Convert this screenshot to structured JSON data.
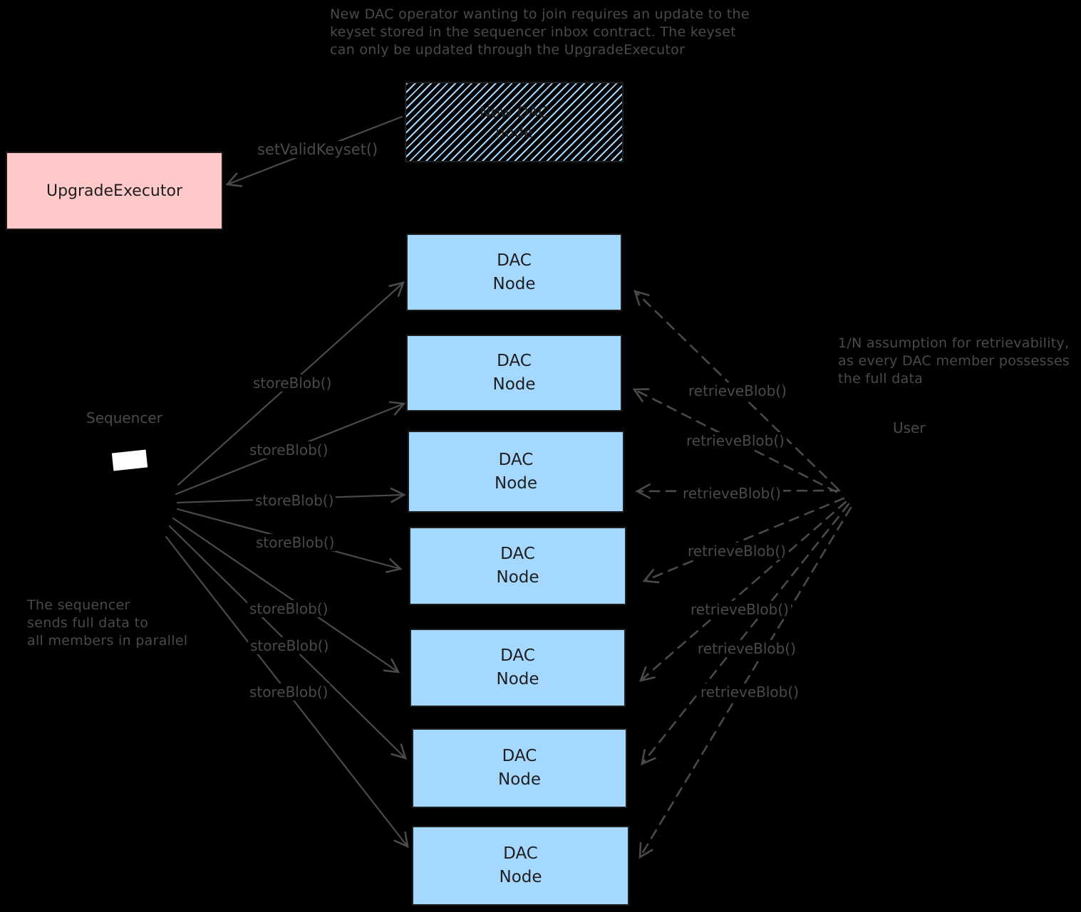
{
  "notes": {
    "keyset": "New DAC operator wanting to join requires an update to the\nkeyset stored in the sequencer inbox contract. The keyset\ncan only be updated through the UpgradeExecutor",
    "sequencer": "The sequencer\nsends full data to\nall members in parallel",
    "retrievability": "1/N assumption for retrievability,\nas every DAC member possesses\nthe full data"
  },
  "actors": {
    "upgrade_executor": "UpgradeExecutor",
    "new_dac_node": "New DAC\nnode",
    "sequencer": "Sequencer",
    "user": "User"
  },
  "calls": {
    "set_valid_keyset": "setValidKeyset()"
  },
  "dac_nodes": [
    {
      "label": "DAC\nNode"
    },
    {
      "label": "DAC\nNode"
    },
    {
      "label": "DAC\nNode"
    },
    {
      "label": "DAC\nNode"
    },
    {
      "label": "DAC\nNode"
    },
    {
      "label": "DAC\nNode"
    },
    {
      "label": "DAC\nNode"
    }
  ],
  "store_calls": [
    "storeBlob()",
    "storeBlob()",
    "storeBlob()",
    "storeBlob()",
    "storeBlob()",
    "storeBlob()",
    "storeBlob()"
  ],
  "retrieve_calls": [
    "retrieveBlob()",
    "retrieveBlob()",
    "retrieveBlob()",
    "retrieveBlob()",
    "retrieveBlob()",
    "retrieveBlob()",
    "retrieveBlob()"
  ],
  "colors": {
    "background": "#000000",
    "dac_node_fill": "#a5d8ff",
    "upgrade_executor_fill": "#ffc9c9",
    "hatch_stripe": "#a5d8ff",
    "stroke_gray": "#4a4a4a",
    "box_border": "#1e1e1e",
    "sequencer_shape_fill": "#ffffff"
  }
}
